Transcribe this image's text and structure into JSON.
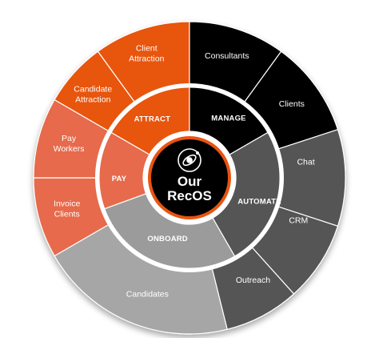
{
  "center": {
    "line1": "Our",
    "line2": "RecOS",
    "icon": "orbit-icon"
  },
  "colors": {
    "orange": "#e8540f",
    "orange_light": "#e66a4c",
    "black": "#000000",
    "dark_grey": "#555555",
    "mid_grey": "#9b9b9b",
    "light_grey": "#a6a6a6",
    "center_ring": "#e8540f"
  },
  "categories": [
    {
      "id": "attract",
      "label": "ATTRACT"
    },
    {
      "id": "manage",
      "label": "MANAGE"
    },
    {
      "id": "automate",
      "label": "AUTOMATE"
    },
    {
      "id": "onboard",
      "label": "ONBOARD"
    },
    {
      "id": "pay",
      "label": "PAY"
    }
  ],
  "segments": [
    {
      "id": "client-attraction",
      "lines": [
        "Client",
        "Attraction"
      ]
    },
    {
      "id": "consultants",
      "lines": [
        "Consultants"
      ]
    },
    {
      "id": "clients",
      "lines": [
        "Clients"
      ]
    },
    {
      "id": "chat",
      "lines": [
        "Chat"
      ]
    },
    {
      "id": "crm",
      "lines": [
        "CRM"
      ]
    },
    {
      "id": "outreach",
      "lines": [
        "Outreach"
      ]
    },
    {
      "id": "candidates",
      "lines": [
        "Candidates"
      ]
    },
    {
      "id": "invoice-clients",
      "lines": [
        "Invoice",
        "Clients"
      ]
    },
    {
      "id": "pay-workers",
      "lines": [
        "Pay",
        "Workers"
      ]
    },
    {
      "id": "candidate-attraction",
      "lines": [
        "Candidate",
        "Attraction"
      ]
    }
  ]
}
